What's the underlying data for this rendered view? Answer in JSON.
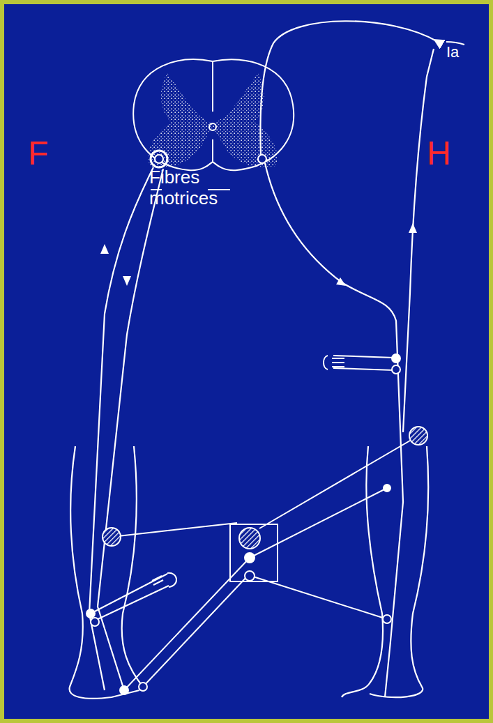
{
  "diagram": {
    "labels": [
      "Ia",
      "F",
      "H",
      "Fibres motrices"
    ]
  }
}
